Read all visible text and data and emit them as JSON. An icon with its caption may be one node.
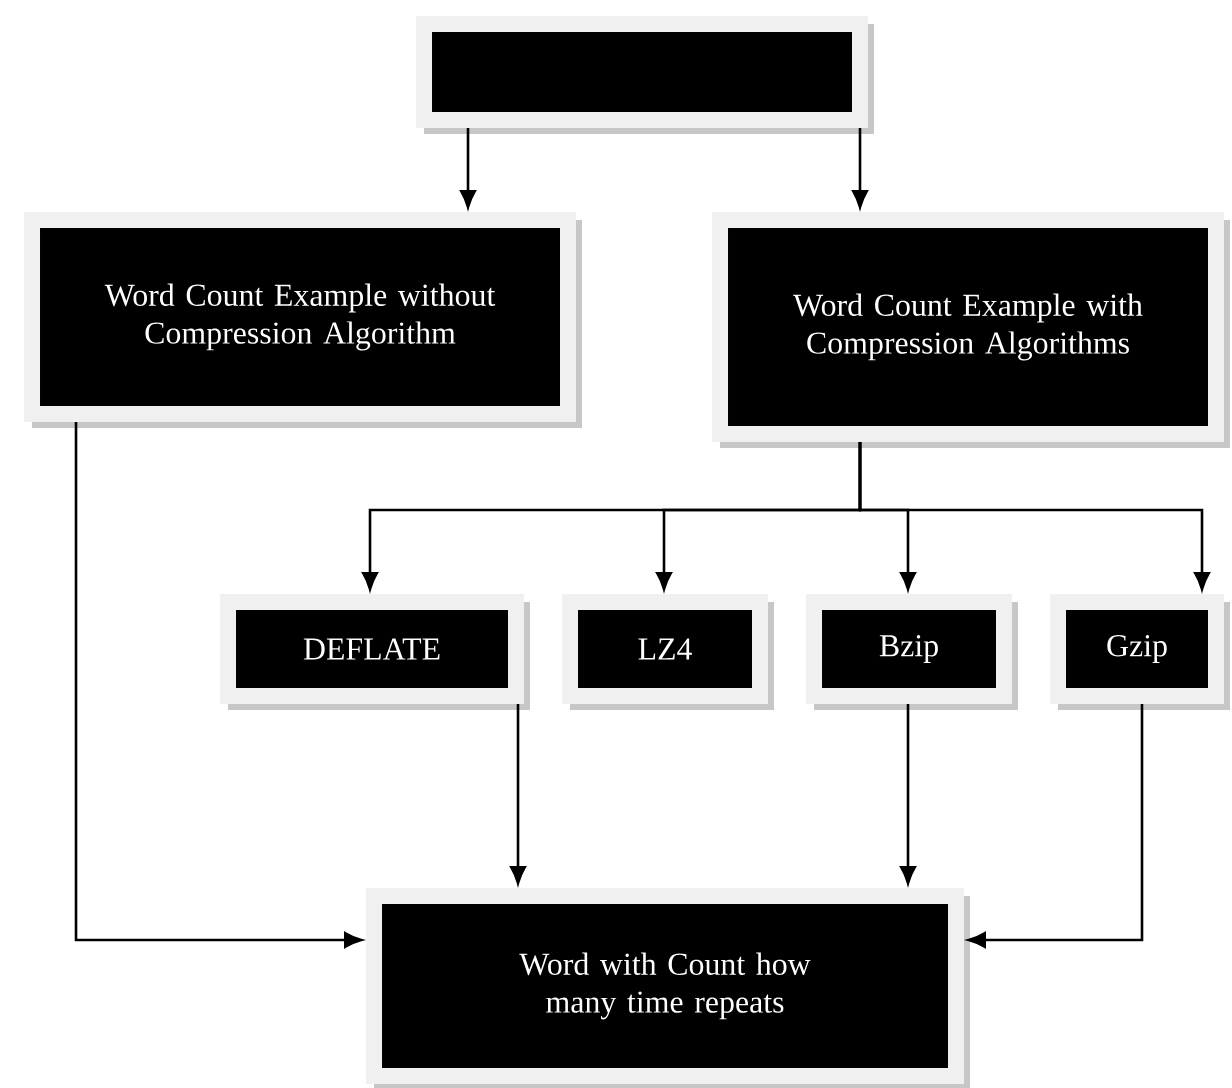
{
  "diagram": {
    "nodes": [
      {
        "text": [],
        "shape": "box"
      },
      {
        "text": [
          "Word Count Example without Compression Algorithm"
        ]
      },
      {
        "text": [
          "Word Count Example with Compression Algorithms"
        ]
      },
      {
        "text": [
          "DEFLATE"
        ]
      },
      {
        "text": [
          "LZ4"
        ]
      },
      {
        "text": [
          "Bzip"
        ]
      },
      {
        "text": [
          "Gzip"
        ]
      },
      {
        "text": [
          "Word with Count how many time repeats"
        ]
      }
    ],
    "edges": [
      {
        "from": 0,
        "to": 1,
        "arrow": "to"
      },
      {
        "from": 0,
        "to": 2,
        "arrow": "to"
      },
      {
        "from": 2,
        "to": 3,
        "arrow": "to"
      },
      {
        "from": 2,
        "to": 4,
        "arrow": "to"
      },
      {
        "from": 2,
        "to": 5,
        "arrow": "to"
      },
      {
        "from": 2,
        "to": 6,
        "arrow": "to"
      },
      {
        "from": 3,
        "to": 7,
        "arrow": "to"
      },
      {
        "from": 5,
        "to": 7,
        "arrow": "to"
      },
      {
        "from": 6,
        "to": 7,
        "arrow": "to"
      },
      {
        "from": 1,
        "to": 7,
        "arrow": "to"
      }
    ]
  }
}
